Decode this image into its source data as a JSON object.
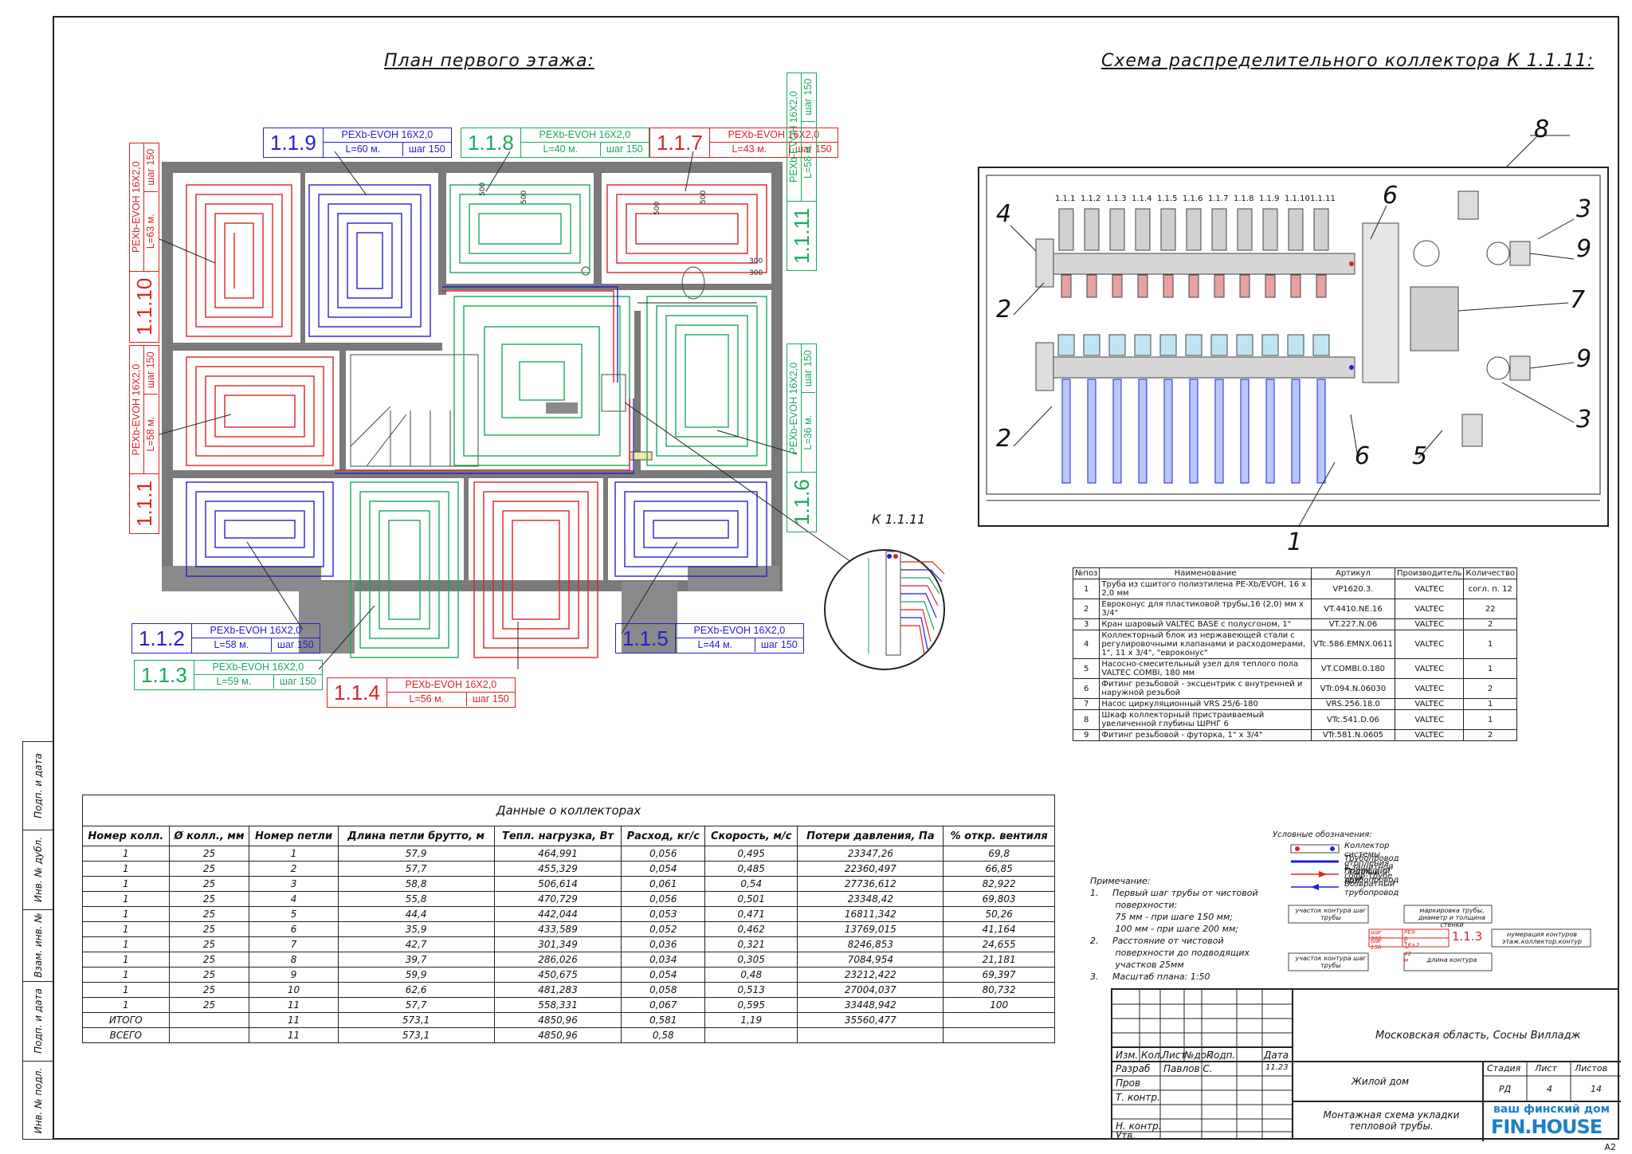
{
  "headings": {
    "plan": "План первого этажа:",
    "scheme": "Схема распределительного коллектора К 1.1.11:"
  },
  "loops": [
    {
      "id": "1.1.9",
      "pipe": "PEXb-EVOH 16X2,0",
      "len": "L=60 м.",
      "step": "шаг 150",
      "color": "#2222cc"
    },
    {
      "id": "1.1.8",
      "pipe": "PEXb-EVOH 16X2,0",
      "len": "L=40 м.",
      "step": "шаг 150",
      "color": "#1aaa55"
    },
    {
      "id": "1.1.7",
      "pipe": "PEXb-EVOH 16X2,0",
      "len": "L=43 м.",
      "step": "шаг 150",
      "color": "#dd2222"
    },
    {
      "id": "1.1.10",
      "pipe": "PEXb-EVOH 16X2,0",
      "len": "L=63 м.",
      "step": "шаг 150",
      "color": "#dd2222"
    },
    {
      "id": "1.1.11",
      "pipe": "PEXb-EVOH 16X2,0",
      "len": "L=58 м.",
      "step": "шаг 150",
      "color": "#1aaa55"
    },
    {
      "id": "1.1.1",
      "pipe": "PEXb-EVOH 16X2,0",
      "len": "L=58 м.",
      "step": "шаг 150",
      "color": "#dd2222"
    },
    {
      "id": "1.1.6",
      "pipe": "PEXb-EVOH 16X2,0",
      "len": "L=36 м.",
      "step": "шаг 150",
      "color": "#1aaa55"
    },
    {
      "id": "1.1.2",
      "pipe": "PEXb-EVOH 16X2,0",
      "len": "L=58 м.",
      "step": "шаг 150",
      "color": "#2222cc"
    },
    {
      "id": "1.1.5",
      "pipe": "PEXb-EVOH 16X2,0",
      "len": "L=44 м.",
      "step": "шаг 150",
      "color": "#2222cc"
    },
    {
      "id": "1.1.3",
      "pipe": "PEXb-EVOH 16X2,0",
      "len": "L=59 м.",
      "step": "шаг 150",
      "color": "#1aaa55"
    },
    {
      "id": "1.1.4",
      "pipe": "PEXb-EVOH 16X2,0",
      "len": "L=56 м.",
      "step": "шаг 150",
      "color": "#dd2222"
    }
  ],
  "detail_label": "К 1.1.11",
  "dims": [
    "500",
    "500",
    "500",
    "500",
    "300",
    "300"
  ],
  "manifold_ports": [
    "1.1.1",
    "1.1.2",
    "1.1.3",
    "1.1.4",
    "1.1.5",
    "1.1.6",
    "1.1.7",
    "1.1.8",
    "1.1.9",
    "1.1.10",
    "1.1.11"
  ],
  "callouts": [
    "8",
    "4",
    "2",
    "2",
    "6",
    "6",
    "3",
    "9",
    "7",
    "9",
    "3",
    "5",
    "1"
  ],
  "spec": {
    "headers": [
      "№поз",
      "Наименование",
      "Артикул",
      "Производитель",
      "Количество"
    ],
    "rows": [
      [
        "1",
        "Труба из сшитого полиэтилена PE-Xb/EVOH, 16 х 2,0 мм",
        "VP1620.3.",
        "VALTEC",
        "согл. п. 12"
      ],
      [
        "2",
        "Евроконус для пластиковой трубы,16 (2,0) мм х 3/4\"",
        "VT.4410.NE.16",
        "VALTEC",
        "22"
      ],
      [
        "3",
        "Кран шаровый VALTEC BASE с полусгоном, 1\"",
        "VT.227.N.06",
        "VALTEC",
        "2"
      ],
      [
        "4",
        "Коллекторный блок из нержавеющей стали с регулировочными клапанами и расходомерами, 1\", 11 х 3/4\", \"евроконус\"",
        "VTc.586.EMNX.0611",
        "VALTEC",
        "1"
      ],
      [
        "5",
        "Насосно-смесительный узел для теплого пола VALTEC COMBI, 180 мм",
        "VT.COMBI.0.180",
        "VALTEC",
        "1"
      ],
      [
        "6",
        "Фитинг резьбовой - эксцентрик с внутренней и наружной резьбой",
        "VTr.094.N.06030",
        "VALTEC",
        "2"
      ],
      [
        "7",
        "Насос циркуляционный VRS 25/6-180",
        "VRS.256.18.0",
        "VALTEC",
        "1"
      ],
      [
        "8",
        "Шкаф коллекторный пристраиваемый увеличенной глубины ШРНГ 6",
        "VTc.541.D.06",
        "VALTEC",
        "1"
      ],
      [
        "9",
        "Фитинг резьбовой - футорка, 1\" х 3/4\"",
        "VTr.581.N.0605",
        "VALTEC",
        "2"
      ]
    ]
  },
  "collectors": {
    "title": "Данные о коллекторах",
    "headers": [
      "Номер колл.",
      "Ø колл., мм",
      "Номер петли",
      "Длина петли брутто, м",
      "Тепл. нагрузка, Вт",
      "Расход, кг/с",
      "Скорость, м/с",
      "Потери давления, Па",
      "% откр. вентиля"
    ],
    "rows": [
      [
        "1",
        "25",
        "1",
        "57,9",
        "464,991",
        "0,056",
        "0,495",
        "23347,26",
        "69,8"
      ],
      [
        "1",
        "25",
        "2",
        "57,7",
        "455,329",
        "0,054",
        "0,485",
        "22360,497",
        "66,85"
      ],
      [
        "1",
        "25",
        "3",
        "58,8",
        "506,614",
        "0,061",
        "0,54",
        "27736,612",
        "82,922"
      ],
      [
        "1",
        "25",
        "4",
        "55,8",
        "470,729",
        "0,056",
        "0,501",
        "23348,42",
        "69,803"
      ],
      [
        "1",
        "25",
        "5",
        "44,4",
        "442,044",
        "0,053",
        "0,471",
        "16811,342",
        "50,26"
      ],
      [
        "1",
        "25",
        "6",
        "35,9",
        "433,589",
        "0,052",
        "0,462",
        "13769,015",
        "41,164"
      ],
      [
        "1",
        "25",
        "7",
        "42,7",
        "301,349",
        "0,036",
        "0,321",
        "8246,853",
        "24,655"
      ],
      [
        "1",
        "25",
        "8",
        "39,7",
        "286,026",
        "0,034",
        "0,305",
        "7084,954",
        "21,181"
      ],
      [
        "1",
        "25",
        "9",
        "59,9",
        "450,675",
        "0,054",
        "0,48",
        "23212,422",
        "69,397"
      ],
      [
        "1",
        "25",
        "10",
        "62,6",
        "481,283",
        "0,058",
        "0,513",
        "27004,037",
        "80,732"
      ],
      [
        "1",
        "25",
        "11",
        "57,7",
        "558,331",
        "0,067",
        "0,595",
        "33448,942",
        "100"
      ],
      [
        "ИТОГО",
        "",
        "11",
        "573,1",
        "4850,96",
        "0,581",
        "1,19",
        "35560,477",
        ""
      ],
      [
        "ВСЕГО",
        "",
        "11",
        "573,1",
        "4850,96",
        "0,58",
        "",
        "",
        ""
      ]
    ]
  },
  "notes": {
    "title": "Примечание:",
    "items": [
      "1.     Первый шаг трубы от чистовой",
      "         поверхности:",
      "         75 мм - при шаге 150 мм;",
      "         100 мм - при шаге 200 мм;",
      "2.     Расстояние от чистовой",
      "         поверхности до подводящих",
      "         участков 25мм",
      "3.     Масштаб плана: 1:50"
    ]
  },
  "legend": {
    "title": "Условные обозначения:",
    "items": [
      "Коллектор системы отопления \"Теплый пол\"",
      "Трубопровод в защитной гофр-трубе",
      "Подающий трубопровод",
      "Возвратный трубопровод"
    ],
    "example": {
      "id": "1.1.3",
      "boxes": [
        "участок контура шаг трубы",
        "маркировка трубы, диаметр и толщина стенки",
        "нумерация контуров этаж.коллектор.контур",
        "участок контура шаг трубы",
        "длина контура"
      ],
      "mini": [
        "шаг 200",
        "PEX-b 16×2",
        "шаг 150",
        "L = 42 м"
      ]
    }
  },
  "left_strip": [
    "Подп. и дата",
    "Инв. № дубл.",
    "Взам. инв. №",
    "Подп. и дата",
    "Инв. № подл."
  ],
  "stamp": {
    "address": "Московская область, Сосны Вилладж",
    "object": "Жилой дом",
    "title": "Монтажная схема укладки тепловой трубы.",
    "cols": [
      "Изм.",
      "Кол.",
      "Лист",
      "№док",
      "Подп.",
      "Дата"
    ],
    "roles": [
      "Разраб",
      "Пров",
      "Т. контр.",
      "",
      "Н. контр.",
      "Утв."
    ],
    "developer": "Павлов С.",
    "date": "11.23",
    "stage_h": [
      "Стадия",
      "Лист",
      "Листов"
    ],
    "stage_v": [
      "РД",
      "4",
      "14"
    ],
    "logo_top": "ваш финский дом",
    "logo": "FIN.HOUSE"
  },
  "sheet_format": "A2",
  "colors": {
    "supply": "#dd2222",
    "return": "#2222cc",
    "green": "#1aaa55",
    "wall": "#7a7a7a"
  }
}
